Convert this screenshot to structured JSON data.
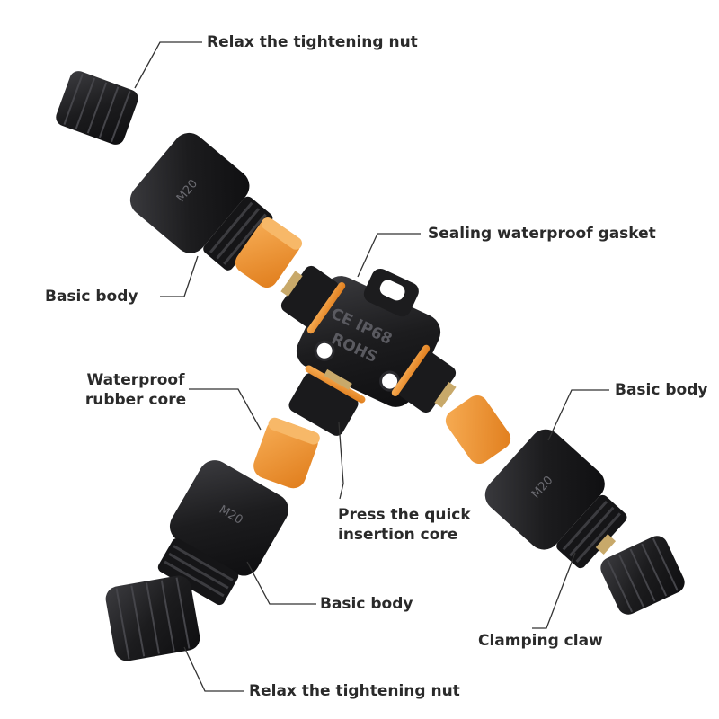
{
  "labels": {
    "nut_top": "Relax the tightening nut",
    "body_top": "Basic body",
    "gasket": "Sealing waterproof gasket",
    "rubber_core_line1": "Waterproof",
    "rubber_core_line2": "rubber core",
    "body_right": "Basic body",
    "insertion_line1": "Press the quick",
    "insertion_line2": "insertion core",
    "body_bottom": "Basic body",
    "claw": "Clamping claw",
    "nut_bottom": "Relax the tightening nut"
  },
  "hub_text": {
    "line1": "CE IP68",
    "line2": "ROHS"
  },
  "thread_marks": {
    "top": "M20",
    "bottom": "M20",
    "right": "M20"
  },
  "colors": {
    "plastic": "#1c1c1e",
    "plastic_highlight": "#3a3a3e",
    "gasket": "#f39a3a",
    "gasket_dark": "#d97a1e",
    "contact": "#c8a96a",
    "leader": "#333333"
  }
}
